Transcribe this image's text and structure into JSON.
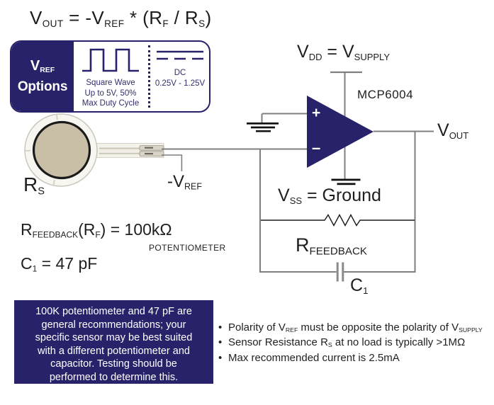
{
  "colors": {
    "navy": "#28226b",
    "wire": "#7f7f82",
    "ink": "#1f1f1f",
    "sensor_tan": "#c9bea6"
  },
  "title_formula": [
    "V",
    "OUT",
    " = -",
    "V",
    "REF",
    " * (",
    "R",
    "F",
    " / ",
    "R",
    "S",
    ")"
  ],
  "vref_options": {
    "header_v": "V",
    "header_sub": "REF",
    "header_word": "Options",
    "square_wave_lines": [
      "Square Wave",
      "Up to 5V, 50%",
      "Max Duty Cycle"
    ],
    "dc_lines": [
      "DC",
      "0.25V - 1.25V"
    ]
  },
  "sensor_label": [
    "R",
    "S"
  ],
  "vref_input_label": [
    "-V",
    "REF"
  ],
  "opamp": {
    "part": "MCP6004",
    "plus": "+",
    "minus": "–",
    "vdd": [
      "V",
      "DD",
      " = ",
      "V",
      "SUPPLY"
    ],
    "vss": [
      "V",
      "SS",
      " = Ground"
    ],
    "vout": [
      "V",
      "OUT"
    ]
  },
  "feedback": {
    "r_label": [
      "R",
      "FEEDBACK"
    ],
    "c_label": [
      "C",
      "1"
    ]
  },
  "values": {
    "r_line": [
      "R",
      "FEEDBACK",
      "(R",
      "F",
      ") = 100kΩ"
    ],
    "r_note": "POTENTIOMETER",
    "c_line": [
      "C",
      "1",
      " = 47 pF"
    ]
  },
  "note_box": {
    "lines": [
      "100K potentiometer and 47 pF are",
      "general recommendations; your",
      "specific sensor may be best suited",
      "with a different potentiometer and",
      "capacitor. Testing should be",
      "performed to determine this."
    ]
  },
  "bullets": {
    "b1": [
      "Polarity of ",
      "V",
      "REF",
      " must be opposite the polarity of ",
      "V",
      "SUPPLY"
    ],
    "b2": [
      "Sensor Resistance ",
      "R",
      "S",
      " at no load is typically >1MΩ"
    ],
    "b3": "Max recommended current is 2.5mA"
  }
}
